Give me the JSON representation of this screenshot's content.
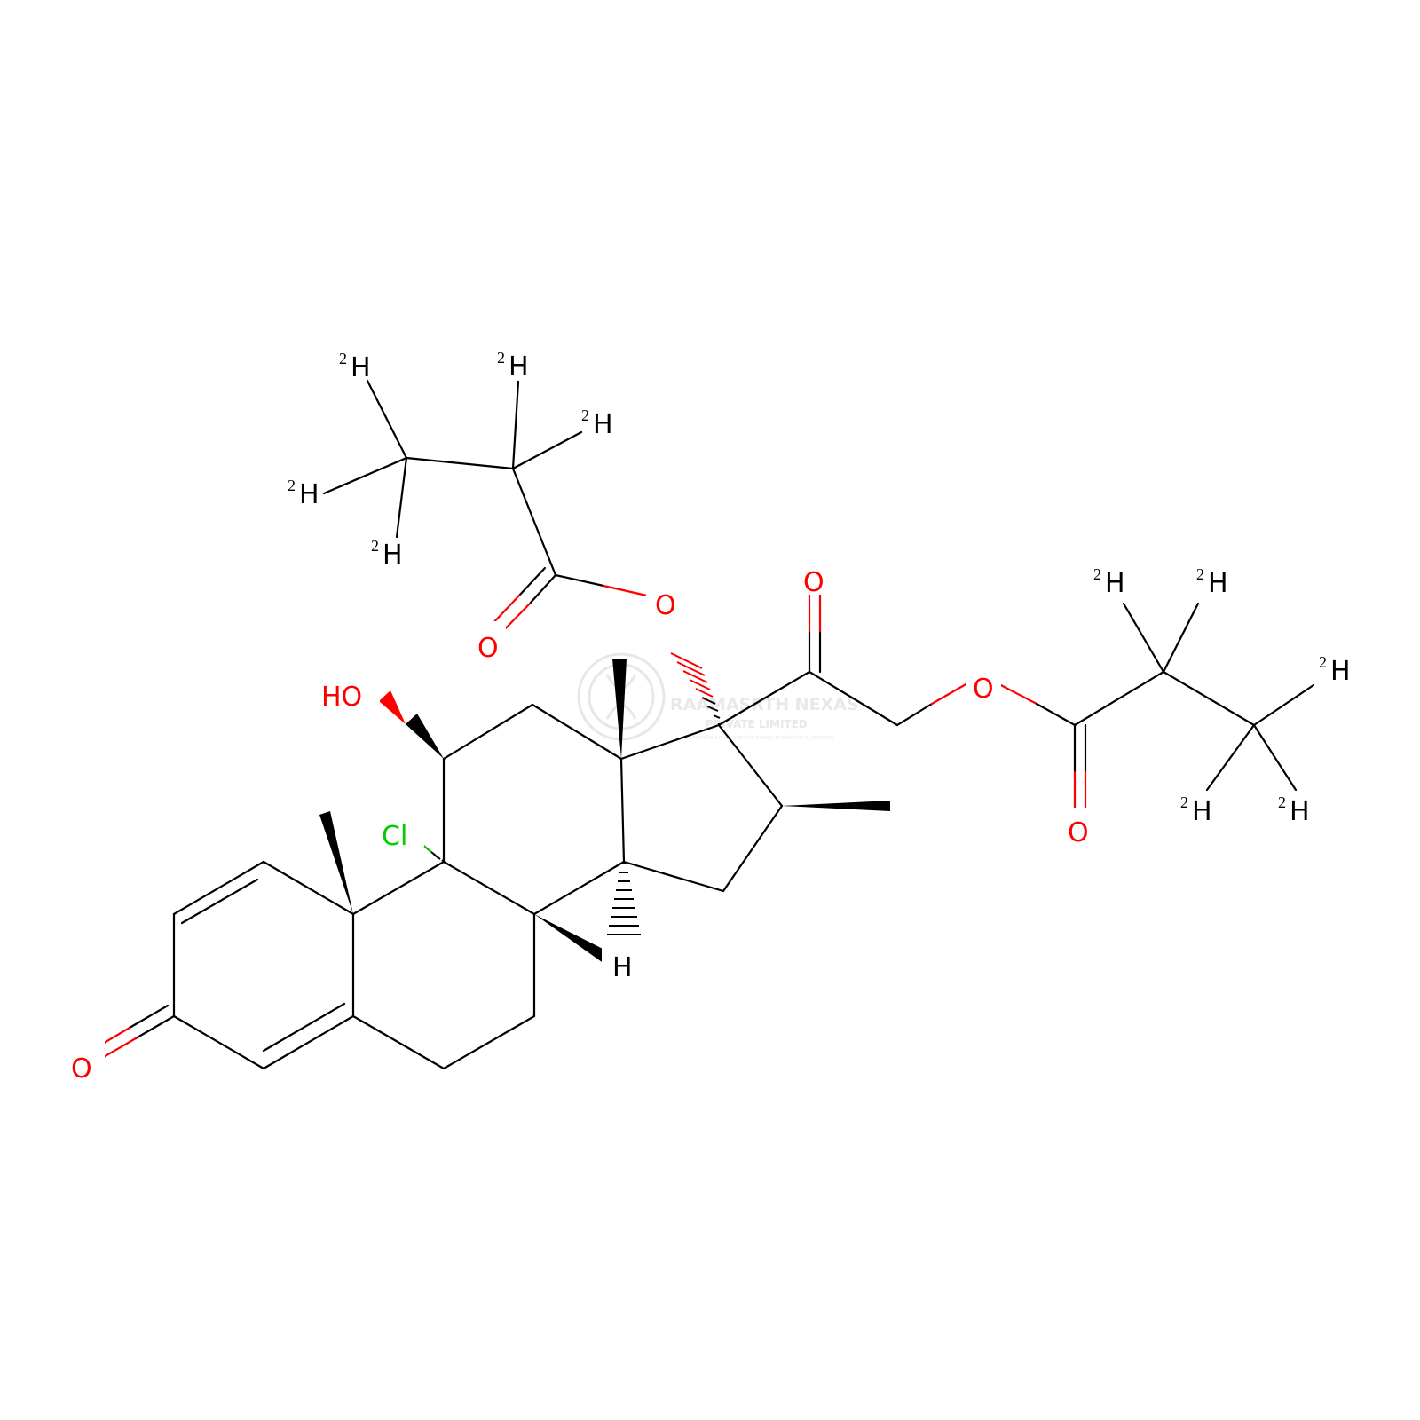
{
  "colors": {
    "bond": "#000000",
    "oxygen": "#ff0000",
    "chlorine": "#00cc00",
    "watermark": "#d6dcd6",
    "background": "#ffffff"
  },
  "labels": {
    "O": "O",
    "HO": "HO",
    "Cl": "Cl",
    "H": "H",
    "isotope": "2"
  },
  "watermark": {
    "line1": "RAAMASRTH NEXAS",
    "line2": "PRIVATE LIMITED",
    "tagline": "Complete solutions for every molecule's journey",
    "icon": "molecule-logo-icon"
  }
}
